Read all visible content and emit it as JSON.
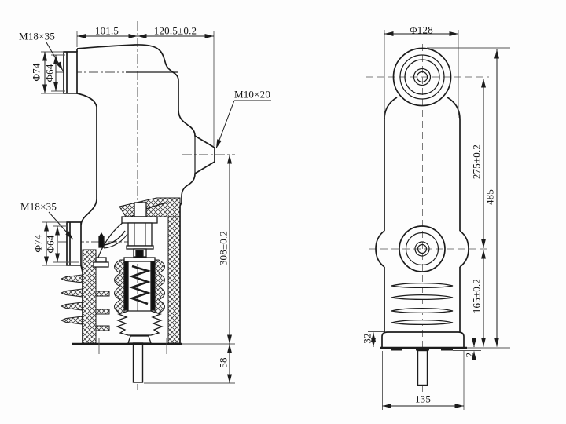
{
  "colors": {
    "line": "#1c1c1c",
    "background": "#fdfdfd"
  },
  "side_view": {
    "labels": {
      "thread_upper_terminal": "M18×35",
      "width_left": "101.5",
      "width_right": "120.5±0.2",
      "upper_outer_diameter": "Φ74",
      "upper_inner_diameter": "Φ64",
      "thread_middle_terminal": "M10×20",
      "thread_lower_terminal": "M18×35",
      "lower_outer_diameter": "Φ74",
      "lower_inner_diameter": "Φ64",
      "height_center_to_base": "308±0.2",
      "rod_extension": "58"
    }
  },
  "front_view": {
    "labels": {
      "body_diameter": "Φ128",
      "terminal_spacing": "275±0.2",
      "total_height": "485",
      "lower_terminal_height": "165±0.2",
      "base_height": "32",
      "pin_protrusion": "2",
      "base_width": "135"
    }
  }
}
